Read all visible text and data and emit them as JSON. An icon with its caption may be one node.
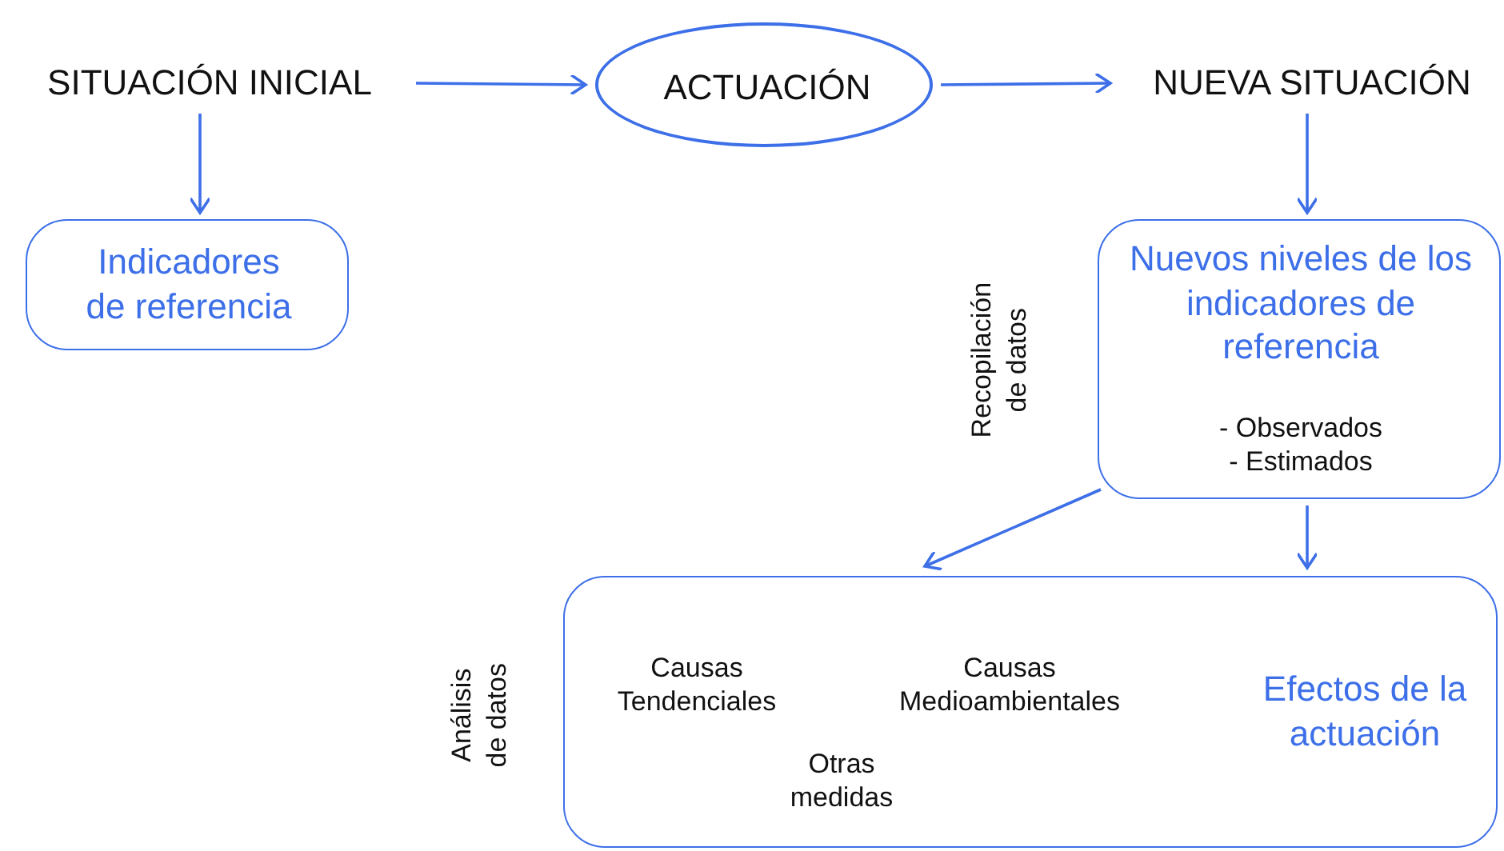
{
  "diagram": {
    "nodes": [
      {
        "text": [
          "SITUACIÓN INICIAL"
        ]
      },
      {
        "text": [
          "ACTUACIÓN"
        ]
      },
      {
        "text": [
          "NUEVA SITUACIÓN"
        ]
      },
      {
        "text": [
          "Indicadores de referencia"
        ]
      },
      {
        "text": [
          "Nuevos niveles de los indicadores de referencia",
          "- Observados - Estimados"
        ]
      },
      {
        "text": [
          "Causas Tendenciales",
          "Causas Medioambientales",
          "Otras medidas",
          "Efectos de la actuación"
        ]
      }
    ],
    "edges": [
      {
        "from": 0,
        "to": 1,
        "arrow": "to"
      },
      {
        "from": 1,
        "to": 2,
        "arrow": "to"
      },
      {
        "from": 0,
        "to": 3,
        "arrow": "to"
      },
      {
        "from": 2,
        "to": 4,
        "arrow": "to"
      },
      {
        "from": 4,
        "to": 5,
        "arrow": "to"
      },
      {
        "from": 4,
        "to": 5,
        "arrow": "to"
      }
    ],
    "labels": [
      "Recopilación de datos",
      "Análisis de datos"
    ]
  }
}
